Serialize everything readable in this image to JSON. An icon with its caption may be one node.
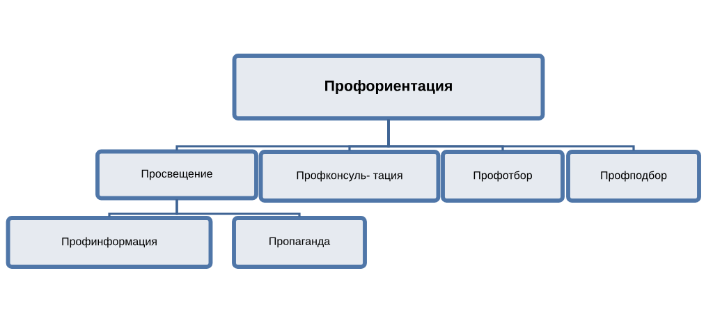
{
  "diagram": {
    "nodes": [
      {
        "text": [
          "Профориентация"
        ]
      },
      {
        "text": [
          "Просвещение"
        ]
      },
      {
        "text": [
          "Профконсуль- тация"
        ]
      },
      {
        "text": [
          "Профотбор"
        ]
      },
      {
        "text": [
          "Профподбор"
        ]
      },
      {
        "text": [
          "Профинформация"
        ]
      },
      {
        "text": [
          "Пропаганда"
        ]
      }
    ],
    "edges": [
      {
        "from": 0,
        "to": 1,
        "arrow": "none"
      },
      {
        "from": 0,
        "to": 2,
        "arrow": "none"
      },
      {
        "from": 0,
        "to": 3,
        "arrow": "none"
      },
      {
        "from": 0,
        "to": 4,
        "arrow": "none"
      },
      {
        "from": 1,
        "to": 5,
        "arrow": "none"
      },
      {
        "from": 1,
        "to": 6,
        "arrow": "none"
      }
    ]
  }
}
